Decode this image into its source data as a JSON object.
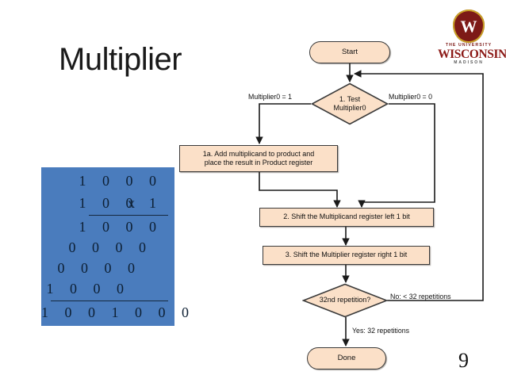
{
  "slide": {
    "title": "Multiplier",
    "page_number": "9",
    "background_color": "#ffffff"
  },
  "logo": {
    "name": "university-of-wisconsin-madison-logo",
    "crest_letter": "W",
    "line1": "THE UNIVERSITY",
    "line2": "WISCONSIN",
    "line3": "MADISON",
    "crest_color": "#7d1a17",
    "wordmark_color": "#8c1a17"
  },
  "mult_table": {
    "background_color": "#4a7cbd",
    "text_color": "#0d1f33",
    "rows": [
      {
        "text": "1 0 0 0",
        "operator": ""
      },
      {
        "text": "1 0 0 1",
        "operator": "x"
      },
      {
        "text": "1 0 0 0",
        "operator": ""
      },
      {
        "text": "0 0 0 0",
        "operator": ""
      },
      {
        "text": "0 0 0 0",
        "operator": ""
      },
      {
        "text": "1 0 0 0",
        "operator": ""
      },
      {
        "text": "1 0 0 1 0 0 0",
        "operator": ""
      }
    ],
    "multiplicand": "1000",
    "multiplier": "1001",
    "partial_products": [
      "1000",
      "0000",
      "0000",
      "1000"
    ],
    "product": "1001000"
  },
  "flowchart": {
    "fill_color": "#fbe0c8",
    "stroke_color": "#3a3a3a",
    "nodes": {
      "start": "Start",
      "test": "1. Test\nMultiplier0",
      "test_line1": "1. Test",
      "test_line2": "Multiplier0",
      "step1a_line1": "1a. Add multiplicand to product and",
      "step1a_line2": "place the result in Product register",
      "step2": "2. Shift the Multiplicand register left 1 bit",
      "step3": "3. Shift the Multiplier register right 1 bit",
      "loop_test": "32nd repetition?",
      "done": "Done"
    },
    "edges": {
      "multiplier0_eq_1": "Multiplier0 = 1",
      "multiplier0_eq_0": "Multiplier0 = 0",
      "no_branch": "No:  < 32 repetitions",
      "yes_branch": "Yes:  32 repetitions"
    }
  }
}
